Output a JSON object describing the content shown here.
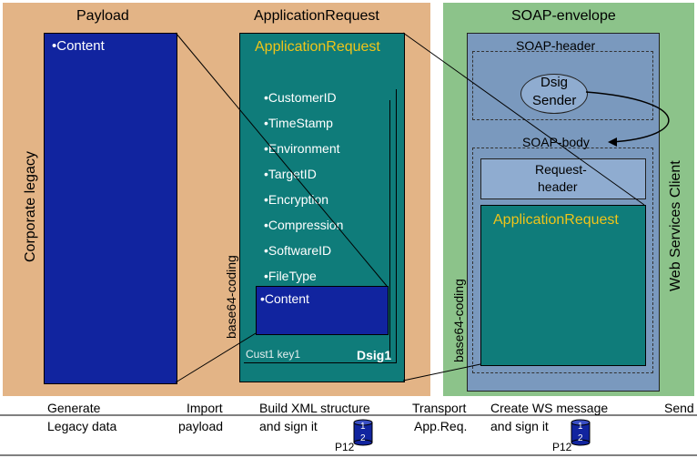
{
  "panels": {
    "payload_title": "Payload",
    "apprequest_title": "ApplicationRequest",
    "soap_title": "SOAP-envelope"
  },
  "payload_box": {
    "content": "•Content"
  },
  "side_labels": {
    "corporate_legacy": "Corporate legacy",
    "base64_left": "base64-coding",
    "base64_right": "base64-coding",
    "web_services_client": "Web Services Client"
  },
  "apprequest_box": {
    "title": "ApplicationRequest",
    "fields": [
      "•CustomerID",
      "•TimeStamp",
      "•Environment",
      "•TargetID",
      "•Encryption",
      "•Compression",
      "•SoftwareID",
      "•FileType"
    ],
    "content": "•Content",
    "key": "Cust1 key1",
    "dsig": "Dsig1"
  },
  "soap": {
    "header_label": "SOAP-header",
    "dsig_sender_line1": "Dsig",
    "dsig_sender_line2": "Sender",
    "body_label": "SOAP-body",
    "request_header_line1": "Request-",
    "request_header_line2": "header",
    "inner_apprequest": "ApplicationRequest"
  },
  "steps": [
    {
      "line1": "Generate",
      "line2": "Legacy data"
    },
    {
      "line1": "Import",
      "line2": "payload"
    },
    {
      "line1": "Build XML structure",
      "line2": "and sign it"
    },
    {
      "line1": "Transport",
      "line2": "App.Req."
    },
    {
      "line1": "Create WS message",
      "line2": "and sign it"
    },
    {
      "line1": "Send",
      "line2": ""
    }
  ],
  "tokens": [
    {
      "top": "1",
      "bottom": "2",
      "label": "P12"
    },
    {
      "top": "1",
      "bottom": "2",
      "label": "P12"
    }
  ],
  "colors": {
    "orange_panel": "#e3b486",
    "green_panel": "#8cc38a",
    "payload_blue": "#11249f",
    "teal": "#0f7c7a",
    "steel": "#7a99be",
    "yellow_text": "#f0c419"
  }
}
